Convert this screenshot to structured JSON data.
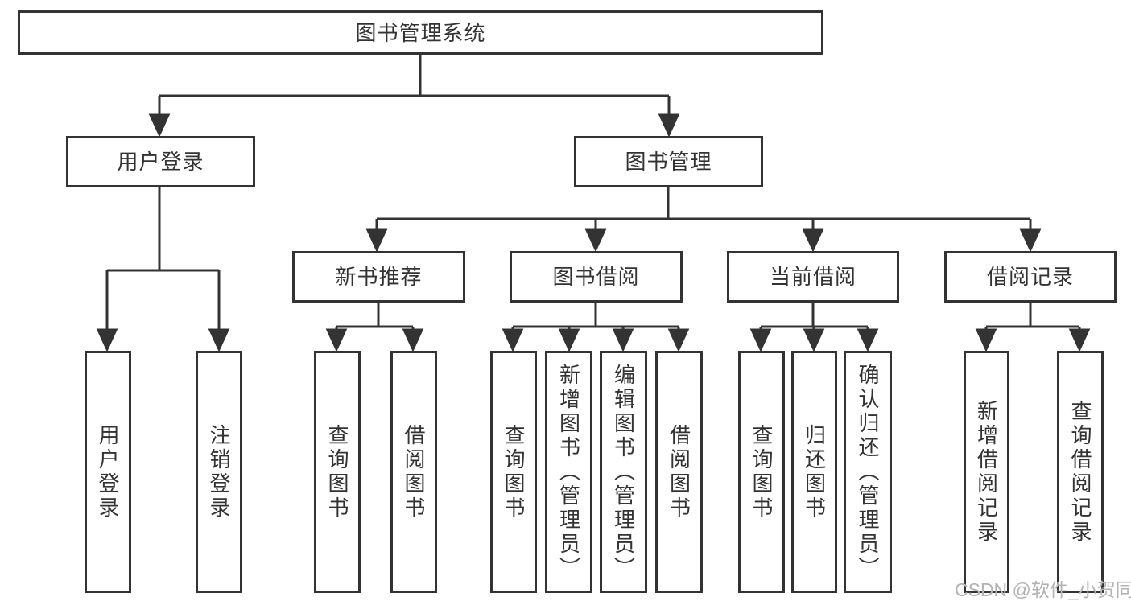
{
  "tree": {
    "root": "图书管理系统",
    "branches": [
      {
        "label": "用户登录",
        "children": [
          "用户登录",
          "注销登录"
        ]
      },
      {
        "label": "图书管理",
        "groups": [
          {
            "label": "新书推荐",
            "children": [
              "查询图书",
              "借阅图书"
            ]
          },
          {
            "label": "图书借阅",
            "children": [
              "查询图书",
              "新增图书（管理员）",
              "编辑图书（管理员）",
              "借阅图书"
            ]
          },
          {
            "label": "当前借阅",
            "children": [
              "查询图书",
              "归还图书",
              "确认归还（管理员）"
            ]
          },
          {
            "label": "借阅记录",
            "children": [
              "新增借阅记录",
              "查询借阅记录"
            ]
          }
        ]
      }
    ]
  },
  "watermark": {
    "text": "CSDN @软件_小贺同学"
  },
  "colors": {
    "line": "#333333",
    "box_border": "#333333",
    "text": "#333333",
    "watermark": "#b6b2b2",
    "background": "#ffffff"
  }
}
